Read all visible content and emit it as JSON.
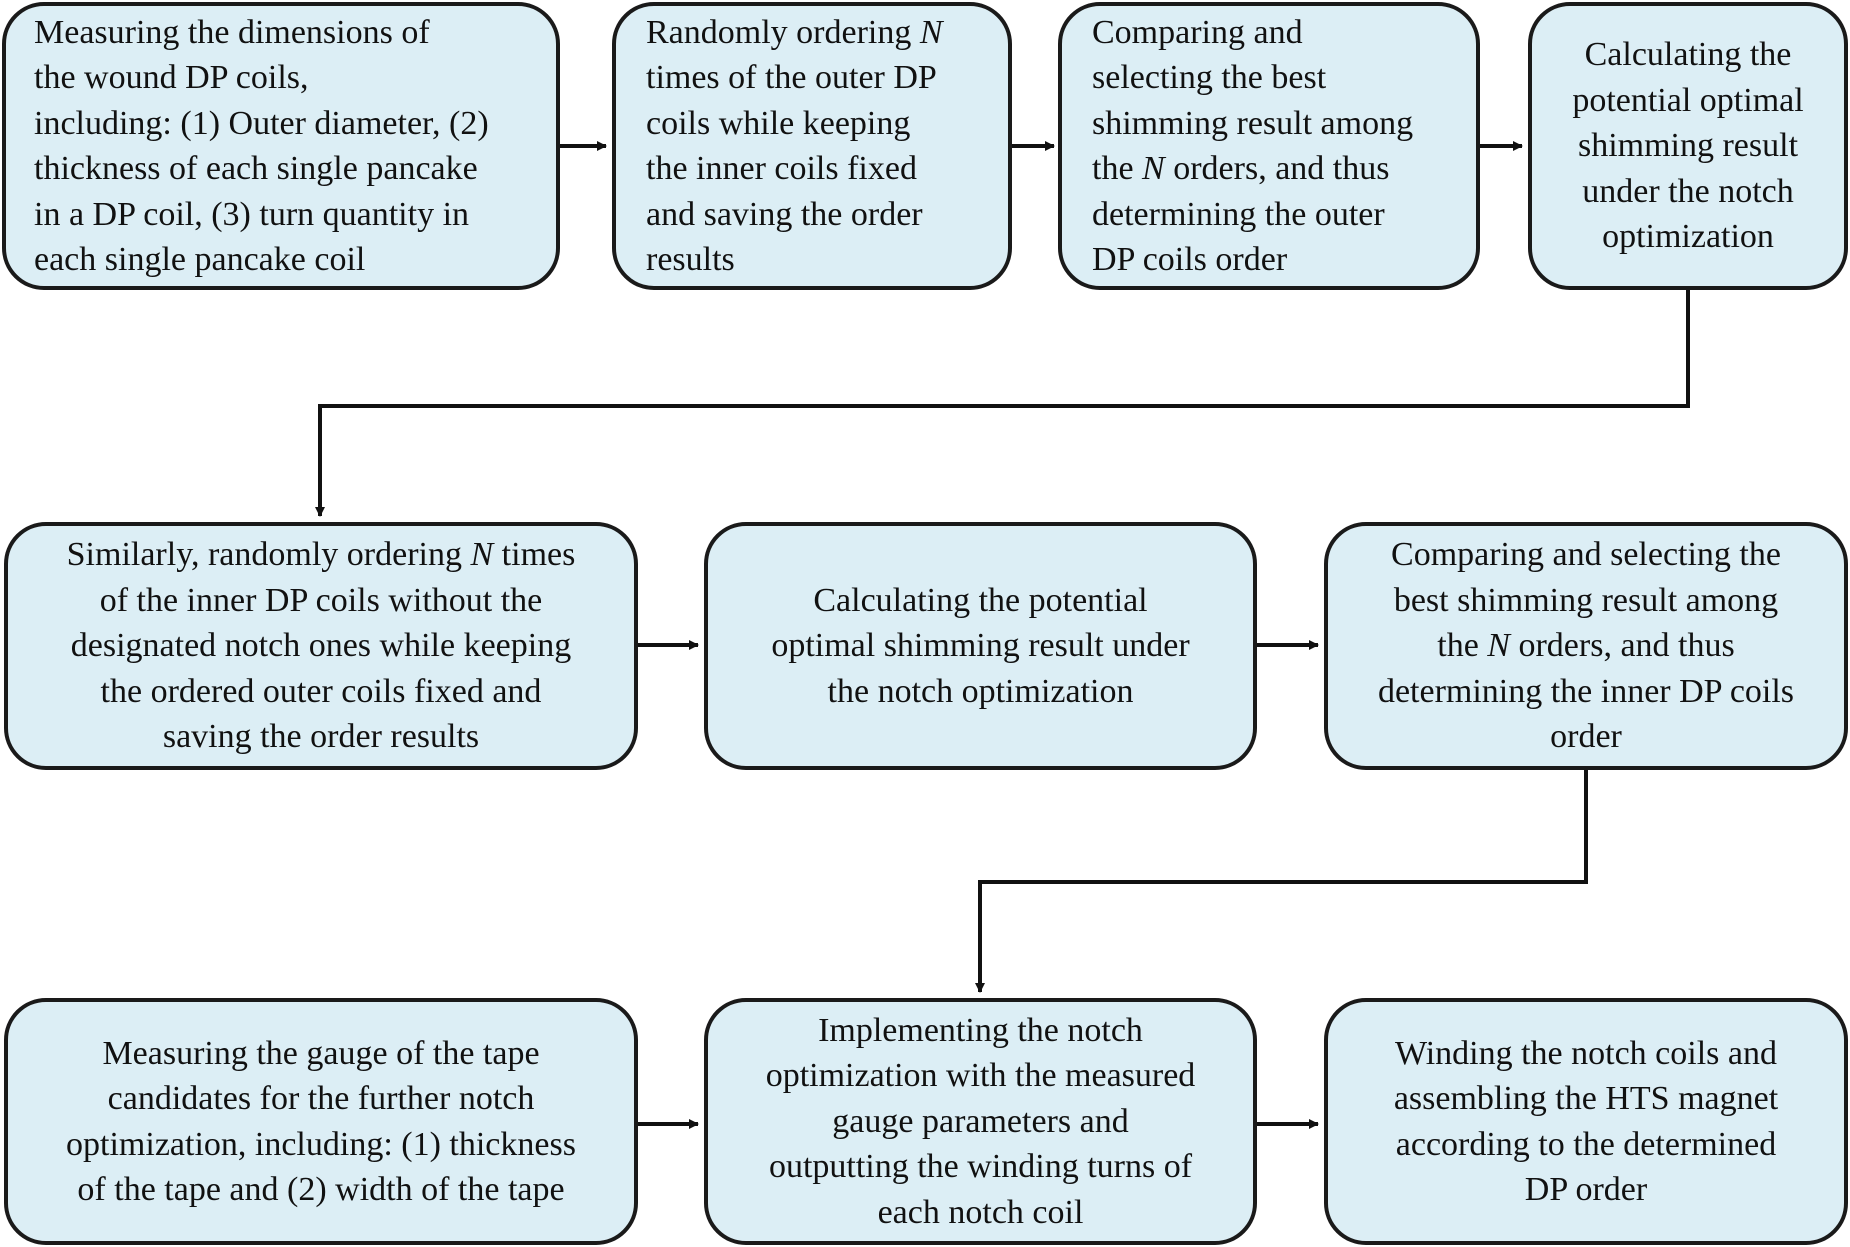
{
  "rows": [
    {
      "boxes": [
        {
          "id": "b1",
          "align": "left",
          "lines": [
            [
              {
                "t": "Measuring the dimensions of"
              }
            ],
            [
              {
                "t": "the wound DP coils,"
              }
            ],
            [
              {
                "t": "including: (1) Outer diameter, (2)"
              }
            ],
            [
              {
                "t": "thickness of each single pancake"
              }
            ],
            [
              {
                "t": "in a DP coil, (3) turn quantity  in"
              }
            ],
            [
              {
                "t": "each single pancake coil"
              }
            ]
          ]
        },
        {
          "id": "b2",
          "align": "left",
          "lines": [
            [
              {
                "t": "Randomly ordering "
              },
              {
                "t": "N",
                "i": true
              }
            ],
            [
              {
                "t": "times of the outer DP"
              }
            ],
            [
              {
                "t": "coils while keeping"
              }
            ],
            [
              {
                "t": "the inner coils fixed"
              }
            ],
            [
              {
                "t": "and saving the order"
              }
            ],
            [
              {
                "t": "results"
              }
            ]
          ]
        },
        {
          "id": "b3",
          "align": "left",
          "lines": [
            [
              {
                "t": "Comparing and"
              }
            ],
            [
              {
                "t": "selecting the best"
              }
            ],
            [
              {
                "t": "shimming result among"
              }
            ],
            [
              {
                "t": "the "
              },
              {
                "t": "N",
                "i": true
              },
              {
                "t": " orders, and thus"
              }
            ],
            [
              {
                "t": "determining the outer"
              }
            ],
            [
              {
                "t": "DP coils order"
              }
            ]
          ]
        },
        {
          "id": "b4",
          "align": "center",
          "lines": [
            [
              {
                "t": "Calculating the"
              }
            ],
            [
              {
                "t": "potential optimal"
              }
            ],
            [
              {
                "t": "shimming result"
              }
            ],
            [
              {
                "t": "under the notch"
              }
            ],
            [
              {
                "t": "optimization"
              }
            ]
          ]
        }
      ]
    },
    {
      "boxes": [
        {
          "id": "b5",
          "align": "center",
          "lines": [
            [
              {
                "t": "Similarly, randomly ordering "
              },
              {
                "t": "N",
                "i": true
              },
              {
                "t": " times"
              }
            ],
            [
              {
                "t": "of the inner DP coils without the"
              }
            ],
            [
              {
                "t": "designated notch ones while keeping"
              }
            ],
            [
              {
                "t": "the ordered outer coils fixed and"
              }
            ],
            [
              {
                "t": "saving the order results"
              }
            ]
          ]
        },
        {
          "id": "b6",
          "align": "center",
          "lines": [
            [
              {
                "t": "Calculating the potential"
              }
            ],
            [
              {
                "t": "optimal shimming result under"
              }
            ],
            [
              {
                "t": "the notch optimization"
              }
            ]
          ]
        },
        {
          "id": "b7",
          "align": "center",
          "lines": [
            [
              {
                "t": "Comparing and selecting the"
              }
            ],
            [
              {
                "t": "best shimming result among"
              }
            ],
            [
              {
                "t": "the "
              },
              {
                "t": "N",
                "i": true
              },
              {
                "t": " orders, and thus"
              }
            ],
            [
              {
                "t": "determining the inner DP coils"
              }
            ],
            [
              {
                "t": "order"
              }
            ]
          ]
        }
      ]
    },
    {
      "boxes": [
        {
          "id": "b8",
          "align": "center",
          "lines": [
            [
              {
                "t": "Measuring the gauge of the tape"
              }
            ],
            [
              {
                "t": "candidates for the further notch"
              }
            ],
            [
              {
                "t": "optimization, including: (1) thickness"
              }
            ],
            [
              {
                "t": "of the tape and (2) width of the tape"
              }
            ]
          ]
        },
        {
          "id": "b9",
          "align": "center",
          "lines": [
            [
              {
                "t": "Implementing the notch"
              }
            ],
            [
              {
                "t": "optimization with the measured"
              }
            ],
            [
              {
                "t": "gauge parameters and"
              }
            ],
            [
              {
                "t": "outputting the winding turns of"
              }
            ],
            [
              {
                "t": "each notch coil"
              }
            ]
          ]
        },
        {
          "id": "b10",
          "align": "center",
          "lines": [
            [
              {
                "t": "Winding the notch coils and"
              }
            ],
            [
              {
                "t": "assembling the HTS magnet"
              }
            ],
            [
              {
                "t": "according to the determined"
              }
            ],
            [
              {
                "t": "DP order"
              }
            ]
          ]
        }
      ]
    }
  ]
}
